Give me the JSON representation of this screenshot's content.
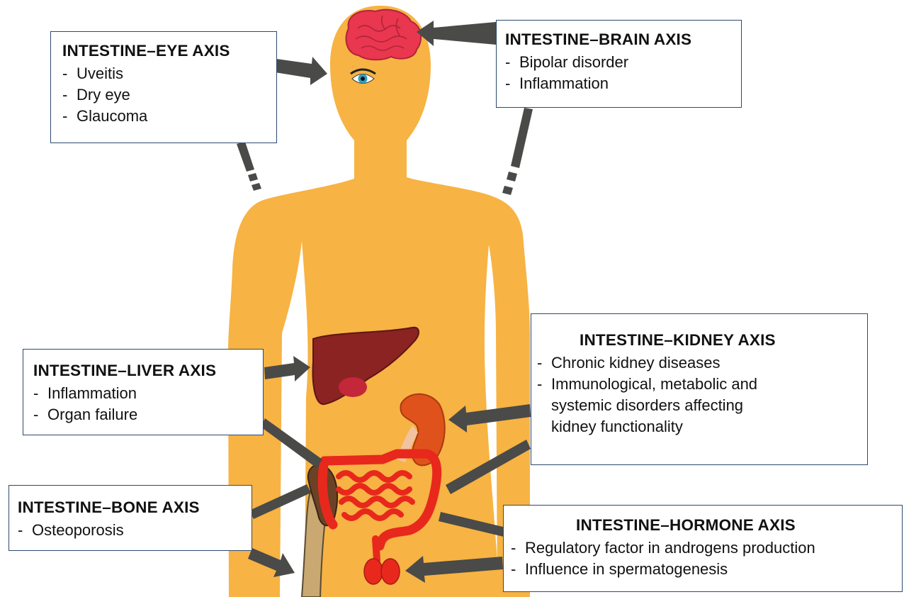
{
  "axes": {
    "eye": {
      "title": "INTESTINE–EYE AXIS",
      "items": [
        "Uveitis",
        "Dry eye",
        "Glaucoma"
      ]
    },
    "brain": {
      "title": "INTESTINE–BRAIN AXIS",
      "items": [
        "Bipolar disorder",
        "Inflammation"
      ]
    },
    "liver": {
      "title": "INTESTINE–LIVER AXIS",
      "items": [
        "Inflammation",
        "Organ failure"
      ]
    },
    "kidney": {
      "title": "INTESTINE–KIDNEY AXIS",
      "items": [
        "Chronic kidney diseases",
        "Immunological, metabolic and\nsystemic disorders affecting\nkidney functionality"
      ]
    },
    "bone": {
      "title": "INTESTINE–BONE AXIS",
      "items": [
        "Osteoporosis"
      ]
    },
    "hormone": {
      "title": "INTESTINE–HORMONE AXIS",
      "items": [
        "Regulatory factor in androgens production",
        "Influence in spermatogenesis"
      ]
    }
  },
  "colors": {
    "body": "#F7B343",
    "arrow": "#4A4A48",
    "box_border": "#2E4A6E",
    "brain": "#E8374F",
    "liver": "#8B2323",
    "kidney": "#E0521C",
    "intestine": "#E8281C",
    "bone": "#C9A872",
    "eye_iris": "#2A9FC1"
  },
  "list_marker": "-"
}
